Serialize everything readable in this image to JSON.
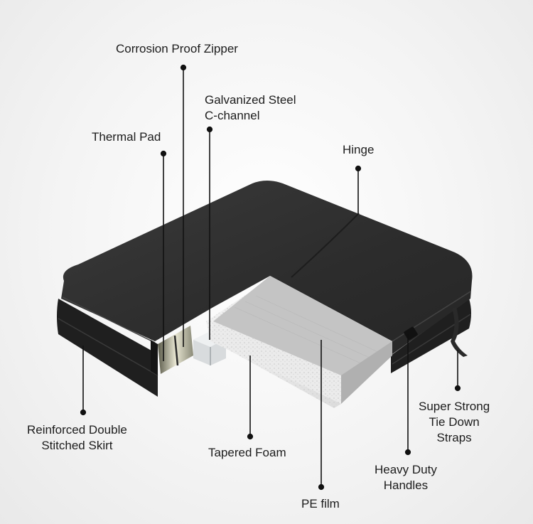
{
  "colors": {
    "cover_top": "#2e2e2e",
    "cover_side": "#1e1e1e",
    "foam": "#e6e6e6",
    "pe_film": "#bdbdbd",
    "leader_line": "#111111"
  },
  "labels": {
    "corrosion_proof_zipper": "Corrosion Proof Zipper",
    "galvanized_steel_line1": "Galvanized Steel",
    "galvanized_steel_line2": "C-channel",
    "thermal_pad": "Thermal Pad",
    "hinge": "Hinge",
    "reinforced_skirt_line1": "Reinforced Double",
    "reinforced_skirt_line2": "Stitched Skirt",
    "tapered_foam": "Tapered Foam",
    "pe_film": "PE film",
    "heavy_duty_handles_line1": "Heavy Duty",
    "heavy_duty_handles_line2": "Handles",
    "tie_down_straps_line1": "Super Strong",
    "tie_down_straps_line2": "Tie Down",
    "tie_down_straps_line3": "Straps"
  }
}
